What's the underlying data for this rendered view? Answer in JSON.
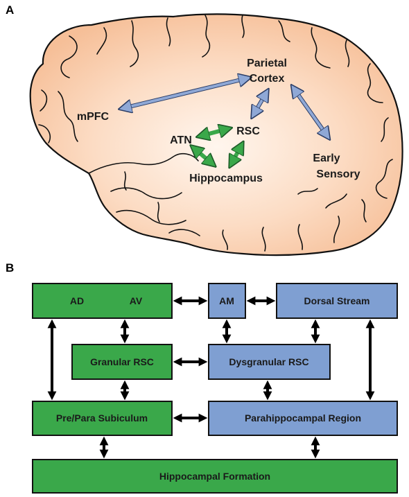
{
  "panels": {
    "a": {
      "letter": "A"
    },
    "b": {
      "letter": "B"
    }
  },
  "brain": {
    "labels": {
      "parietal_line1": "Parietal",
      "parietal_line2": "Cortex",
      "mpfc": "mPFC",
      "rsc": "RSC",
      "atn": "ATN",
      "hippocampus": "Hippocampus",
      "early_line1": "Early",
      "early_line2": "Sensory"
    },
    "colors": {
      "fill_center": "#fff6ee",
      "fill_edge": "#f8c9a6",
      "outline": "#111111",
      "blue_arrow": "#8fa8d6",
      "green_arrow": "#3aa84a"
    }
  },
  "flowchart": {
    "boxes": {
      "ad": "AD",
      "av": "AV",
      "am": "AM",
      "dorsal": "Dorsal Stream",
      "granular": "Granular RSC",
      "dysgranular": "Dysgranular RSC",
      "presub": "Pre/Para Subiculum",
      "parahip": "Parahippocampal Region",
      "hipform": "Hippocampal Formation"
    },
    "colors": {
      "green": "#3aa84a",
      "blue": "#7f9fd2",
      "arrow": "#000000"
    }
  }
}
